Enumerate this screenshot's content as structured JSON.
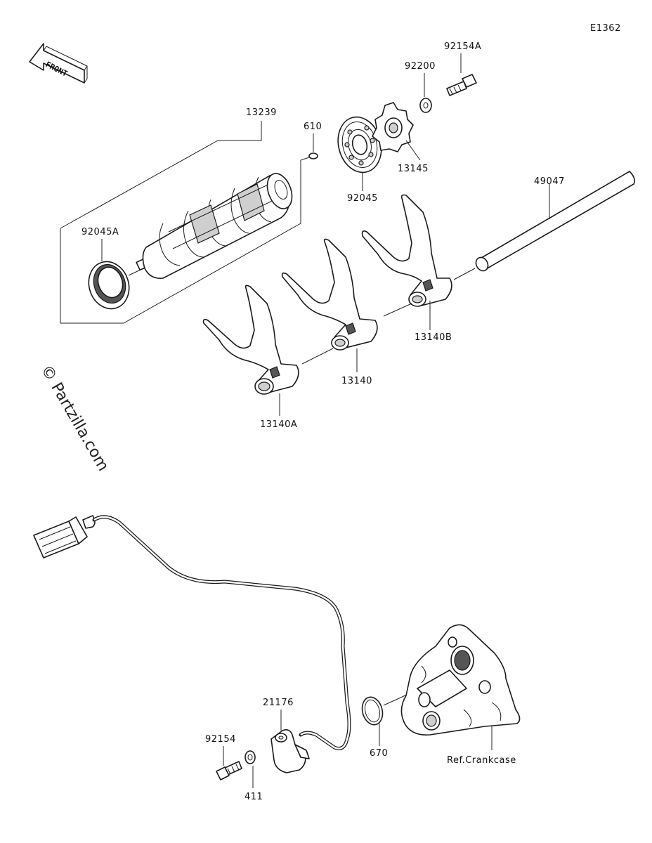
{
  "diagram_code": "E1362",
  "front_arrow_label": "FRONT",
  "watermark": "© Partzilla.com",
  "labels": {
    "p92154A": "92154A",
    "p92200": "92200",
    "p13239": "13239",
    "p610": "610",
    "p13145": "13145",
    "p92045": "92045",
    "p49047": "49047",
    "p92045A": "92045A",
    "p13140B": "13140B",
    "p13140": "13140",
    "p13140A": "13140A",
    "p21176": "21176",
    "p92154": "92154",
    "p670": "670",
    "p411": "411",
    "ref_crankcase": "Ref.Crankcase"
  }
}
